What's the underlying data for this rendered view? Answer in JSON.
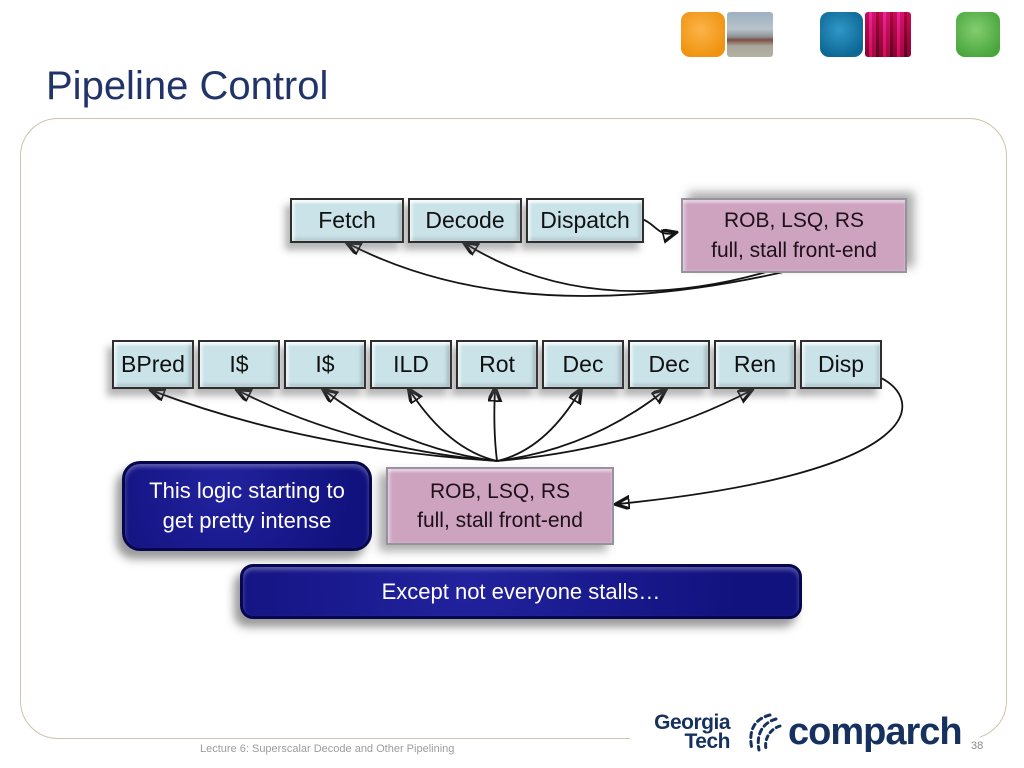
{
  "slide": {
    "title": "Pipeline Control",
    "footer_text": "Lecture 6: Superscalar Decode and Other Pipelining",
    "page_number": "38"
  },
  "diagram": {
    "front_end_stages": [
      "Fetch",
      "Decode",
      "Dispatch"
    ],
    "pipeline_stages": [
      "BPred",
      "I$",
      "I$",
      "ILD",
      "Rot",
      "Dec",
      "Dec",
      "Ren",
      "Disp"
    ],
    "stall_callout_top": {
      "line1": "ROB, LSQ, RS",
      "line2": "full, stall front-end"
    },
    "stall_callout_bottom": {
      "line1": "ROB, LSQ, RS",
      "line2": "full, stall front-end"
    },
    "note_intense": {
      "line1": "This logic starting to",
      "line2": "get pretty intense"
    },
    "note_stalls": "Except not everyone stalls…"
  },
  "branding": {
    "georgia": "Georgia",
    "tech": "Tech",
    "comparch": "comparch",
    "icon": "comparch-swirl-icon"
  },
  "colors": {
    "title": "#203468",
    "stage_fill": "#c9e3e9",
    "stall_fill": "#cda3c0",
    "note_fill": "#15158f",
    "logo_navy": "#16305f",
    "accent_orange": "#f09310",
    "accent_blue": "#0e6896",
    "accent_green": "#48a63c"
  }
}
